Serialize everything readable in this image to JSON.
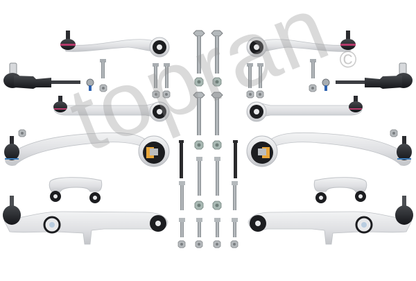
{
  "image": {
    "subject": "Suspension control arm kit (product photo)",
    "background_color": "#ffffff",
    "watermark": {
      "text": "topran",
      "color": "#969696"
    },
    "copyright_symbol": "©"
  },
  "colors": {
    "aluminum": "#e3e4e6",
    "aluminum_shadow": "#c6c8cc",
    "rubber": "#1e1f22",
    "bolt": "#9aa0a4",
    "nut_green": "#9cb8b0",
    "black_bolt": "#2a2a2c",
    "bushing_insert": "#e8a63a",
    "boot_seal": "#b43a6a",
    "blue_ring": "#3a7ab8"
  },
  "parts": {
    "left": [
      {
        "name": "upper-arm-front-left",
        "type": "upper control arm with ball joint"
      },
      {
        "name": "tie-rod-end-left",
        "type": "tie rod end"
      },
      {
        "name": "upper-arm-rear-left",
        "type": "straight upper control arm"
      },
      {
        "name": "lower-curved-arm-left",
        "type": "curved lower arm with hydro bushing"
      },
      {
        "name": "stabilizer-link-left",
        "type": "stabilizer link"
      },
      {
        "name": "lower-straight-arm-left",
        "type": "lower control arm with ball joint"
      }
    ],
    "right": [
      {
        "name": "upper-arm-front-right",
        "type": "upper control arm with ball joint"
      },
      {
        "name": "tie-rod-end-right",
        "type": "tie rod end"
      },
      {
        "name": "upper-arm-rear-right",
        "type": "straight upper control arm"
      },
      {
        "name": "lower-curved-arm-right",
        "type": "curved lower arm with hydro bushing"
      },
      {
        "name": "stabilizer-link-right",
        "type": "stabilizer link"
      },
      {
        "name": "lower-straight-arm-right",
        "type": "lower control arm with ball joint"
      }
    ],
    "hardware": {
      "bolts": 20,
      "nuts": 18
    }
  }
}
